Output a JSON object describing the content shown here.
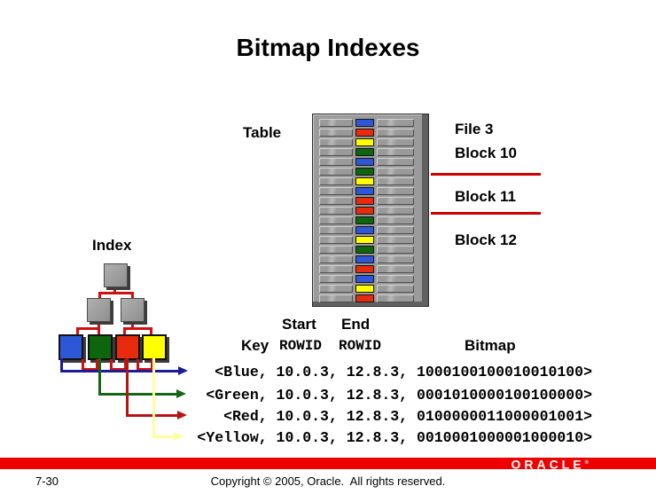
{
  "slide": {
    "title": "Bitmap Indexes"
  },
  "table_graphic": {
    "label": "Table",
    "row_colors": [
      "blue",
      "red",
      "yellow",
      "green",
      "blue",
      "green",
      "yellow",
      "blue",
      "red",
      "red",
      "green",
      "blue",
      "yellow",
      "green",
      "blue",
      "red",
      "blue",
      "yellow",
      "red"
    ]
  },
  "file_block_labels": {
    "file": "File 3",
    "blocks": [
      "Block 10",
      "Block 11",
      "Block 12"
    ]
  },
  "index_tree": {
    "label": "Index",
    "leaf_colors": [
      "blue",
      "green",
      "red",
      "yellow"
    ]
  },
  "table_headers": {
    "key": "Key",
    "start_top": "Start",
    "start_bottom": "ROWID",
    "end_top": "End",
    "end_bottom": "ROWID",
    "bitmap": "Bitmap"
  },
  "index_entries": [
    {
      "key": "Blue",
      "start_rowid": "10.0.3",
      "end_rowid": "12.8.3",
      "bitmap": "1000100100010010100"
    },
    {
      "key": "Green",
      "start_rowid": "10.0.3",
      "end_rowid": "12.8.3",
      "bitmap": "0001010000100100000"
    },
    {
      "key": "Red",
      "start_rowid": "10.0.3",
      "end_rowid": "12.8.3",
      "bitmap": "0100000011000001001"
    },
    {
      "key": "Yellow",
      "start_rowid": "10.0.3",
      "end_rowid": "12.8.3",
      "bitmap": "0010001000001000010"
    }
  ],
  "palette": {
    "blue": "#2e57d8",
    "green": "#0d660d",
    "red": "#e82a0e",
    "yellow": "#ffff00",
    "arrow_blue": "#1c1c96",
    "arrow_green": "#156515",
    "arrow_red": "#b51414",
    "arrow_yellow": "#ffff9e",
    "connector_red": "#cf1010",
    "block_line_red": "#cc0000",
    "footer_bar_red": "#ee0000"
  },
  "footer": {
    "page_number": "7-30",
    "copyright": "Copyright © 2005, Oracle.  All rights reserved.",
    "logo_text": "ORACLE",
    "logo_mark": "®"
  }
}
